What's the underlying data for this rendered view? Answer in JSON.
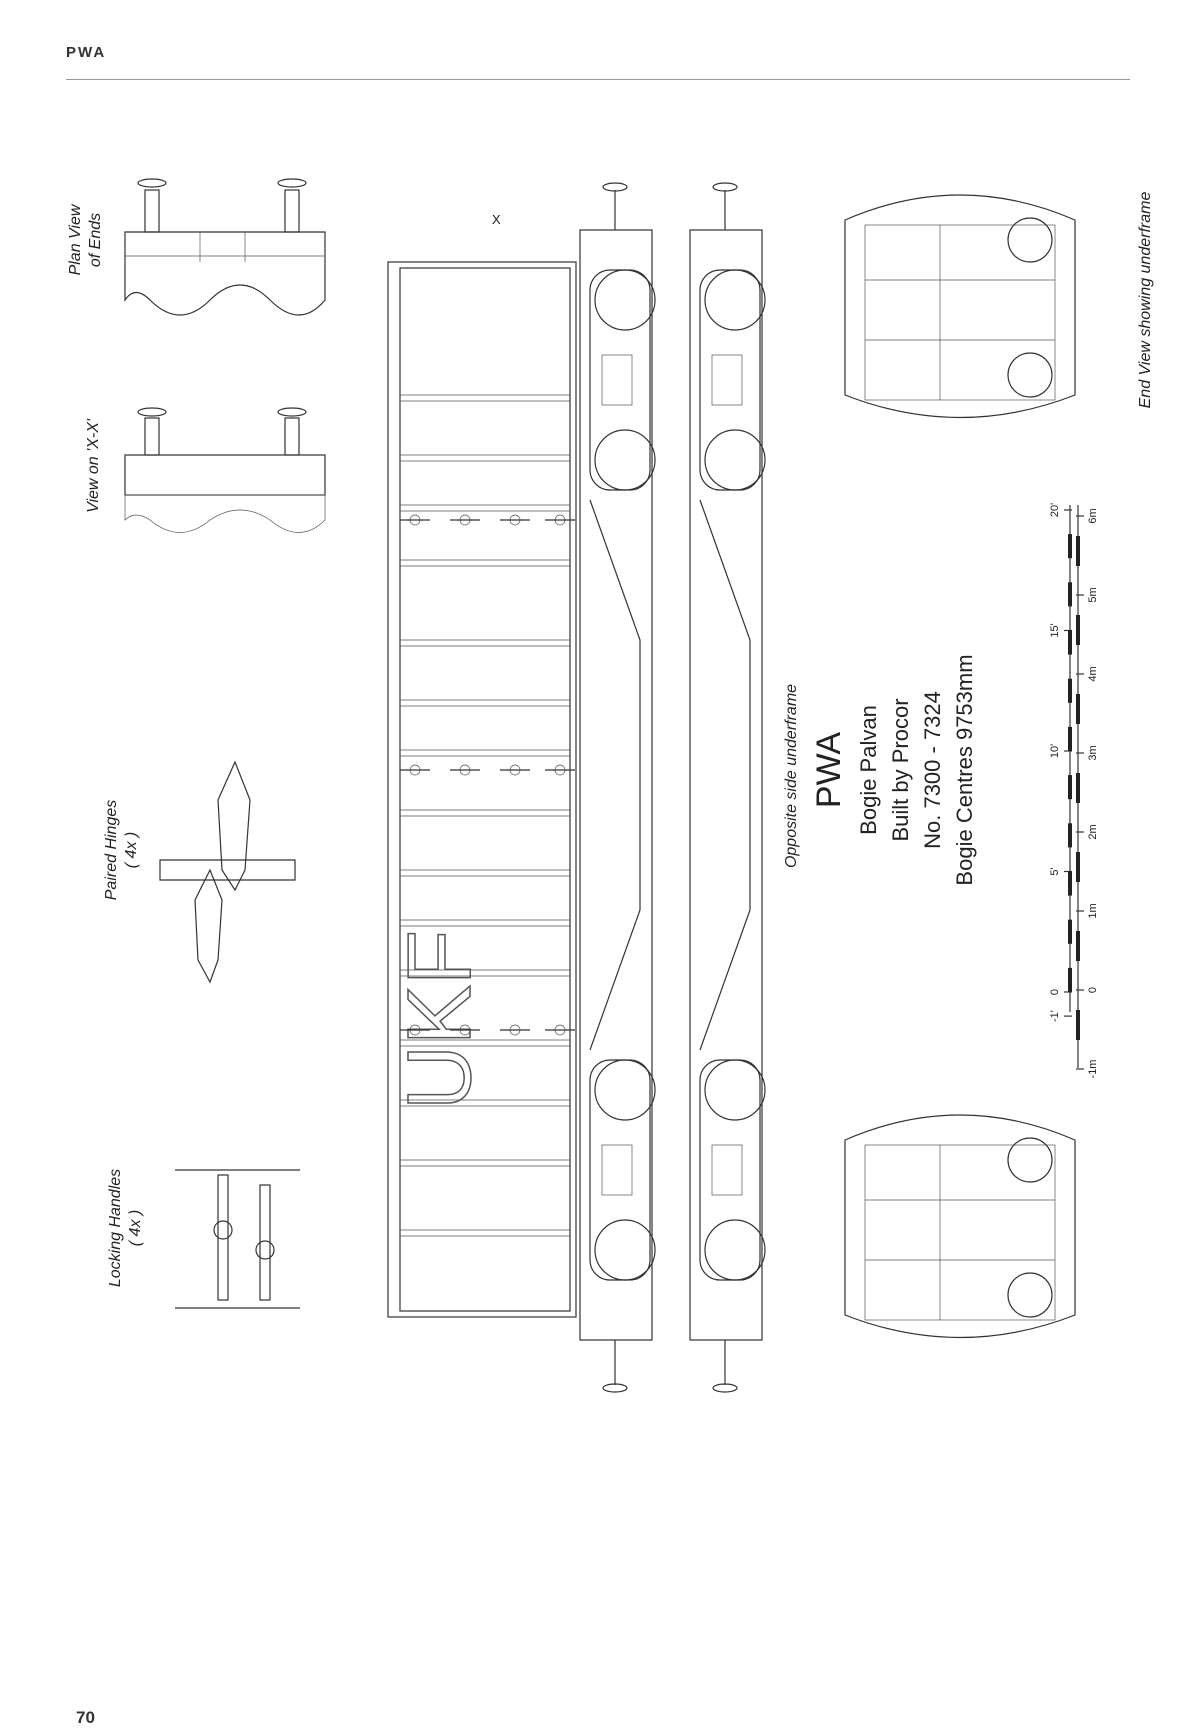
{
  "header": {
    "title": "PWA"
  },
  "page_number": "70",
  "labels": {
    "plan_view_line1": "Plan View",
    "plan_view_line2": "of Ends",
    "view_xx": "View on 'X-X'",
    "paired_hinges": "Paired Hinges",
    "paired_hinges_count": "( 4x )",
    "locking_handles": "Locking Handles",
    "locking_handles_count": "( 4x )",
    "opposite_side": "Opposite side underframe",
    "end_view": "End View showing underframe",
    "section_marker": "X"
  },
  "title_block": {
    "code": "PWA",
    "type": "Bogie Palvan",
    "builder": "Built by Procor",
    "numbers": "No. 7300 - 7324",
    "bogie_centres": "Bogie Centres 9753mm"
  },
  "scale_bar": {
    "feet_labels": [
      "-1'",
      "0",
      "5'",
      "10'",
      "15'",
      "20'"
    ],
    "feet_values": [
      -1,
      0,
      5,
      10,
      15,
      20
    ],
    "metre_labels": [
      "-1m",
      "0",
      "1m",
      "2m",
      "3m",
      "4m",
      "5m",
      "6m"
    ],
    "metre_values": [
      -1,
      0,
      1,
      2,
      3,
      4,
      5,
      6
    ]
  },
  "logo_text": "UKF"
}
